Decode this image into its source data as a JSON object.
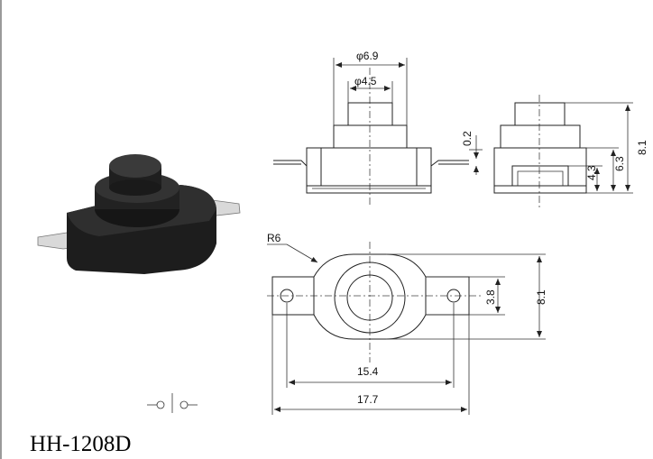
{
  "model": "HH-1208D",
  "dimensions": {
    "top_outer_dia": "φ6.9",
    "top_inner_dia": "φ4.5",
    "gap": "0.2",
    "height_total": "8.1",
    "height_mid": "6.3",
    "height_low": "4.3",
    "radius": "R6",
    "bottom_inner_height": "3.8",
    "bottom_height": "8.1",
    "hole_spacing": "15.4",
    "overall_length": "17.7"
  },
  "colors": {
    "line": "#222222",
    "body": "#1c1c1c",
    "terminal": "#d8d8d8"
  },
  "icons": [
    "switch-symbol-icon",
    "arrowhead-icon"
  ]
}
